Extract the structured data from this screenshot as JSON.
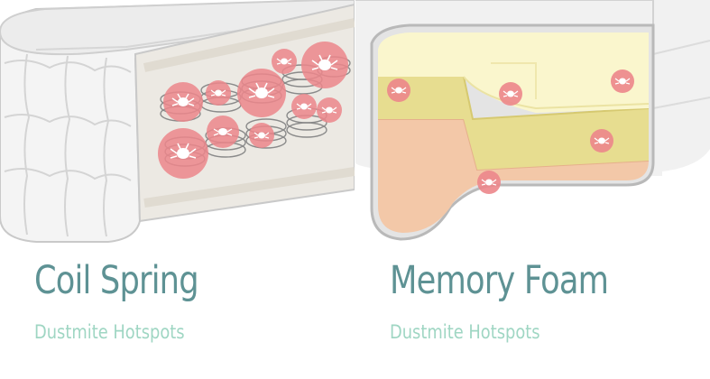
{
  "panels": {
    "left": {
      "title": "Coil Spring",
      "subtitle": "Dustmite Hotspots",
      "illustration_icon": "coil-spring-mattress-cutaway-icon"
    },
    "right": {
      "title": "Memory Foam",
      "subtitle": "Dustmite Hotspots",
      "illustration_icon": "memory-foam-mattress-cutaway-icon"
    }
  },
  "colors": {
    "title": "#5e9294",
    "subtitle": "#9fd6c3",
    "hotspot": "#e8737a",
    "foam_top": "#f7f3c6",
    "foam_middle": "#e6db8a",
    "foam_bottom": "#f2c3a0"
  }
}
